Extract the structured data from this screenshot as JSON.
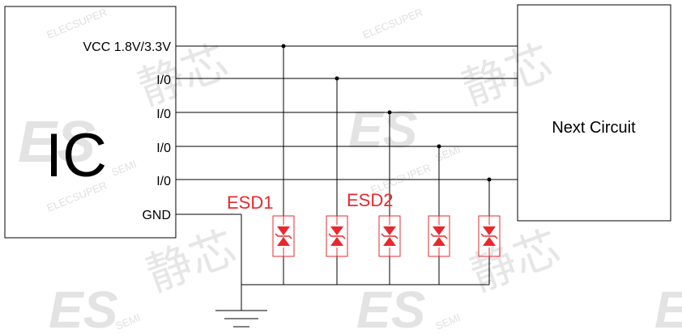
{
  "ic": {
    "label": "IC"
  },
  "pins": [
    {
      "label": "VCC 1.8V/3.3V"
    },
    {
      "label": "I/0"
    },
    {
      "label": "I/0"
    },
    {
      "label": "I/0"
    },
    {
      "label": "I/0"
    },
    {
      "label": "GND"
    }
  ],
  "next_circuit": {
    "label": "Next Circuit"
  },
  "esd_labels": [
    "ESD1",
    "ESD2"
  ],
  "colors": {
    "line": "#000000",
    "esd": "#e8282e",
    "watermark": "#e3e3e3",
    "watermark_text": "#e0e0e0"
  },
  "watermark": {
    "brand_text": "ELECSUPER",
    "semi_text": "SEMI",
    "chinese_text": "静芯",
    "logo_text": "ES"
  }
}
